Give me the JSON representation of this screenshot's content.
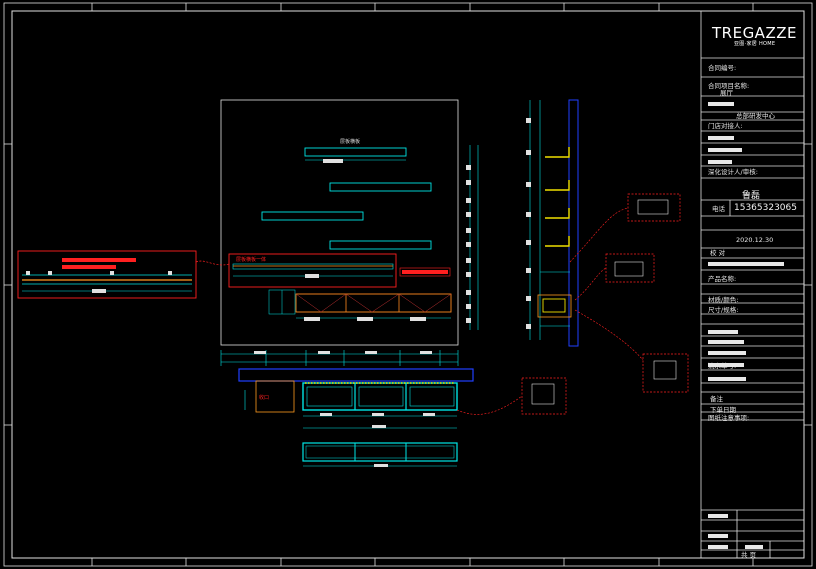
{
  "brand": {
    "logo_text": "TREGAZZE",
    "logo_sub": "亚图·家居 HOME"
  },
  "title_block": {
    "project_no_label": "合同编号:",
    "project_name_label": "合同项目名称:",
    "project_name_value": "展厅",
    "design_center": "总部研发中心",
    "drawer_label": "门店对接人:",
    "designer_label": "深化设计人/审核:",
    "designer_name": "鲁磊",
    "phone_label": "电话",
    "phone_value": "15365323065",
    "date_value": "2020.12.30",
    "check_label": "校 对",
    "product_label": "产品名称:",
    "material_label": "材质/颜色:",
    "size_label": "尺寸/规格:",
    "order_label": "流水单号:",
    "remark_label": "备注",
    "sign_label": "下单日期",
    "note_label": "图纸注意事项:",
    "page_label": "共  页"
  },
  "drawing": {
    "top_panel_label": "层板横板"
  },
  "colors": {
    "background": "#000000",
    "frame": "#ffffff",
    "cyan": "#00e5e5",
    "red": "#ff2020",
    "yellow": "#f0e000",
    "blue": "#2040ff",
    "orange": "#ff9a20"
  }
}
